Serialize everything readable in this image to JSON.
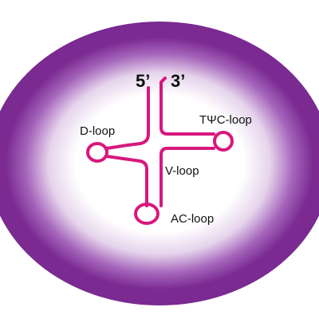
{
  "colors": {
    "ring": "#7a2a91",
    "strand": "#d8177e",
    "background": "#ffffff"
  },
  "labels": {
    "five_prime": "5’",
    "three_prime": "3’",
    "d_loop": "D-loop",
    "tpsic_loop": "TΨC-loop",
    "v_loop": "V-loop",
    "ac_loop": "AC-loop"
  }
}
